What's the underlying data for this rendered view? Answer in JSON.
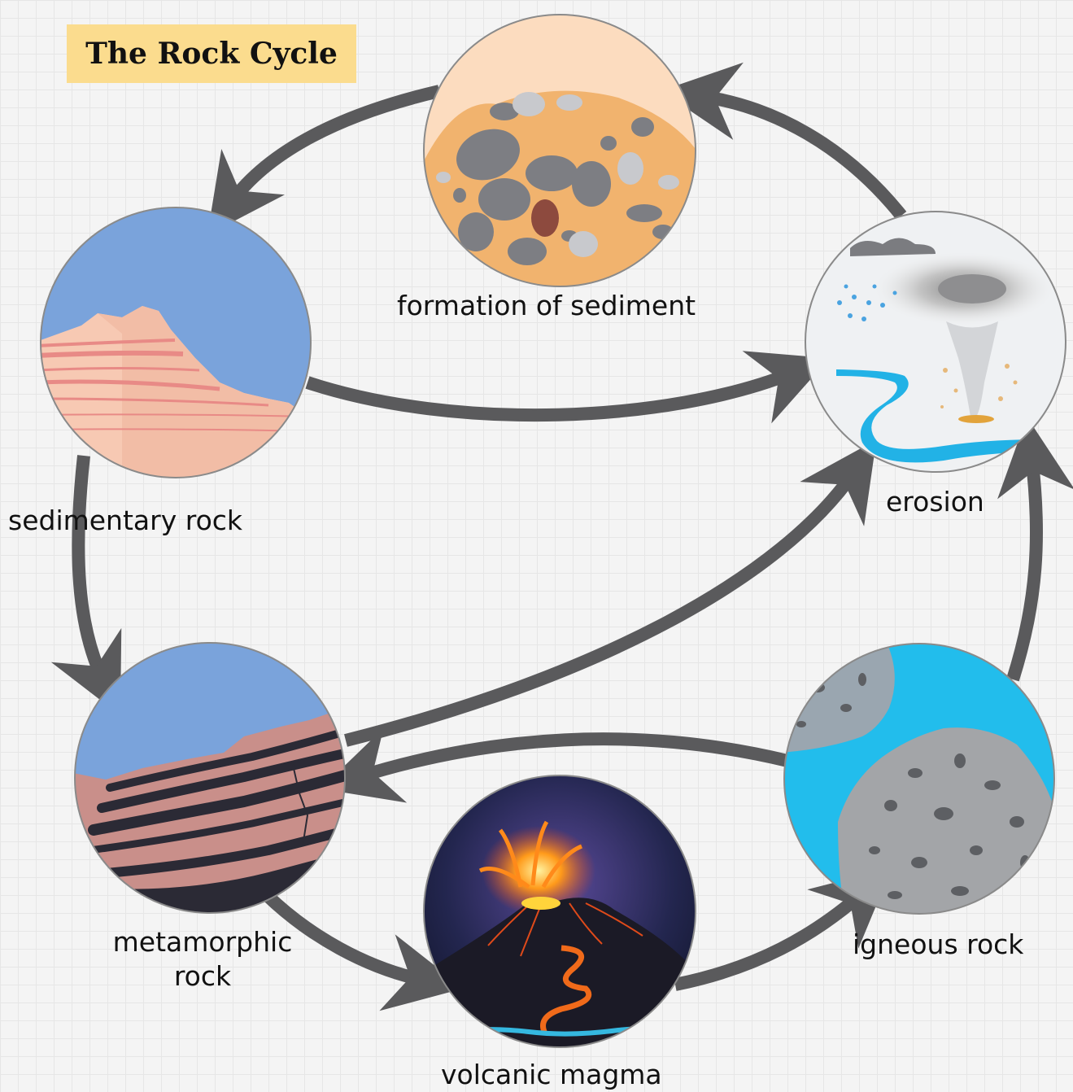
{
  "title": "The Rock Cycle",
  "nodes": {
    "sediment": {
      "label": "formation of sediment"
    },
    "sedimentary": {
      "label": "sedimentary rock"
    },
    "erosion": {
      "label": "erosion"
    },
    "metamorphic": {
      "label_line1": "metamorphic",
      "label_line2": "rock"
    },
    "igneous": {
      "label": "igneous rock"
    },
    "magma": {
      "label": "volcanic magma"
    }
  },
  "edges": [
    {
      "from": "formation of sediment",
      "to": "sedimentary rock"
    },
    {
      "from": "erosion",
      "to": "formation of sediment"
    },
    {
      "from": "sedimentary rock",
      "to": "erosion"
    },
    {
      "from": "sedimentary rock",
      "to": "metamorphic rock"
    },
    {
      "from": "metamorphic rock",
      "to": "erosion"
    },
    {
      "from": "igneous rock",
      "to": "metamorphic rock"
    },
    {
      "from": "igneous rock",
      "to": "erosion"
    },
    {
      "from": "metamorphic rock",
      "to": "volcanic magma"
    },
    {
      "from": "volcanic magma",
      "to": "igneous rock"
    }
  ],
  "colors": {
    "arrow": "#5a5a5c",
    "title_background": "#fbdc8e",
    "sky": "#7aa3db",
    "water": "#22bdec"
  }
}
